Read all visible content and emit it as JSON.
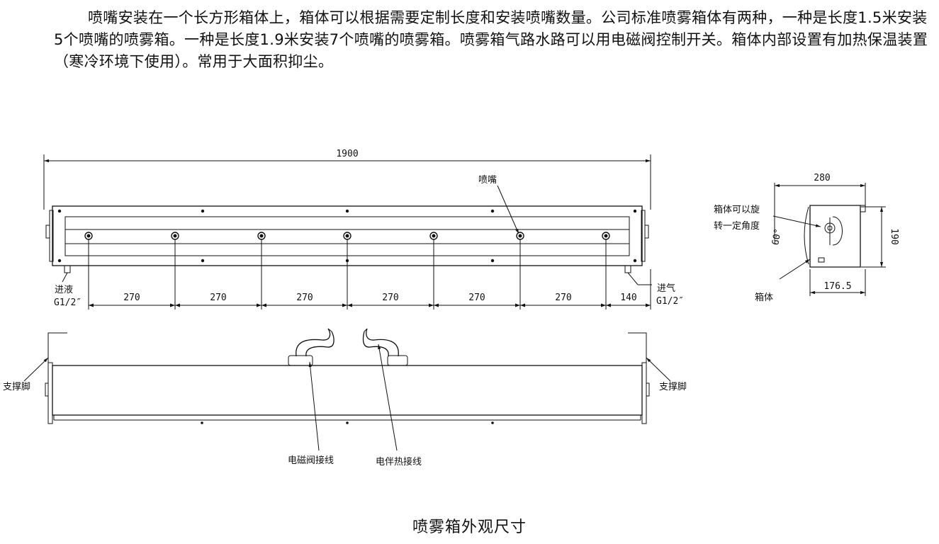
{
  "description": "喷嘴安装在一个长方形箱体上，箱体可以根据需要定制长度和安装喷嘴数量。公司标准喷雾箱体有两种，一种是长度1.5米安装 5个喷嘴的喷雾箱。一种是长度1.9米安装7个喷嘴的喷雾箱。喷雾箱气路水路可以用电磁阀控制开关。箱体内部设置有加热保温装置（寒冷环境下使用）。常用于大面积抑尘。",
  "front_view": {
    "total_length": "1900",
    "nozzle_label": "喷嘴",
    "spacings": [
      "270",
      "270",
      "270",
      "270",
      "270",
      "270",
      "140"
    ],
    "liquid_inlet_label": "进液",
    "liquid_inlet_thread": "G1/2″",
    "air_inlet_label": "进气",
    "air_inlet_thread": "G1/2″"
  },
  "side_view": {
    "width_top": "280",
    "height": "190",
    "width_bottom": "176.5",
    "angle": "60°",
    "rotate_note_line1": "箱体可以旋",
    "rotate_note_line2": "转一定角度",
    "box_label": "箱体"
  },
  "bottom_view": {
    "support_left": "支撑脚",
    "support_right": "支撑脚",
    "solenoid_wire": "电磁阀接线",
    "heater_wire": "电伴热接线"
  },
  "caption": "喷雾箱外观尺寸"
}
